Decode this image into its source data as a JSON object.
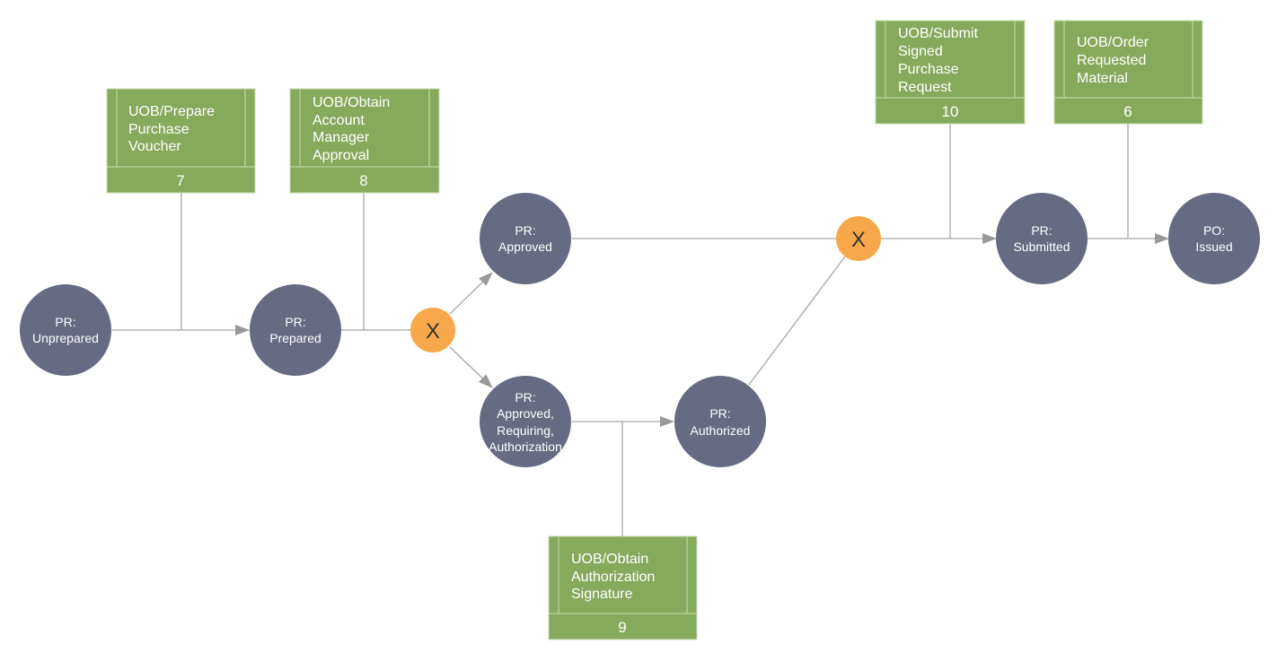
{
  "colors": {
    "state_fill": "#666a83",
    "activity_fill": "#85aa5b",
    "activity_border": "#c9dcb0",
    "gateway_fill": "#f7a84a",
    "connector": "#a6a6a6",
    "arrow": "#999999"
  },
  "states": {
    "unprepared": {
      "line1": "PR:",
      "line2": "Unprepared"
    },
    "prepared": {
      "line1": "PR:",
      "line2": "Prepared"
    },
    "approved": {
      "line1": "PR:",
      "line2": "Approved"
    },
    "approved_requiring": {
      "line1": "PR:",
      "line2": "Approved,",
      "line3": "Requiring,",
      "line4": "Authorization"
    },
    "authorized": {
      "line1": "PR:",
      "line2": "Authorized"
    },
    "submitted": {
      "line1": "PR:",
      "line2": "Submitted"
    },
    "issued": {
      "line1": "PO:",
      "line2": "Issued"
    }
  },
  "gateways": {
    "split": {
      "label": "X"
    },
    "merge": {
      "label": "X"
    }
  },
  "activities": {
    "prepare_voucher": {
      "lines": [
        "UOB/Prepare",
        "Purchase",
        "Voucher"
      ],
      "number": "7"
    },
    "obtain_approval": {
      "lines": [
        "UOB/Obtain",
        "Account",
        "Manager",
        "Approval"
      ],
      "number": "8"
    },
    "obtain_authorization": {
      "lines": [
        "UOB/Obtain",
        "Authorization",
        "Signature"
      ],
      "number": "9"
    },
    "submit_request": {
      "lines": [
        "UOB/Submit",
        "Signed",
        "Purchase",
        "Request"
      ],
      "number": "10"
    },
    "order_material": {
      "lines": [
        "UOB/Order",
        "Requested",
        "Material"
      ],
      "number": "6"
    }
  }
}
